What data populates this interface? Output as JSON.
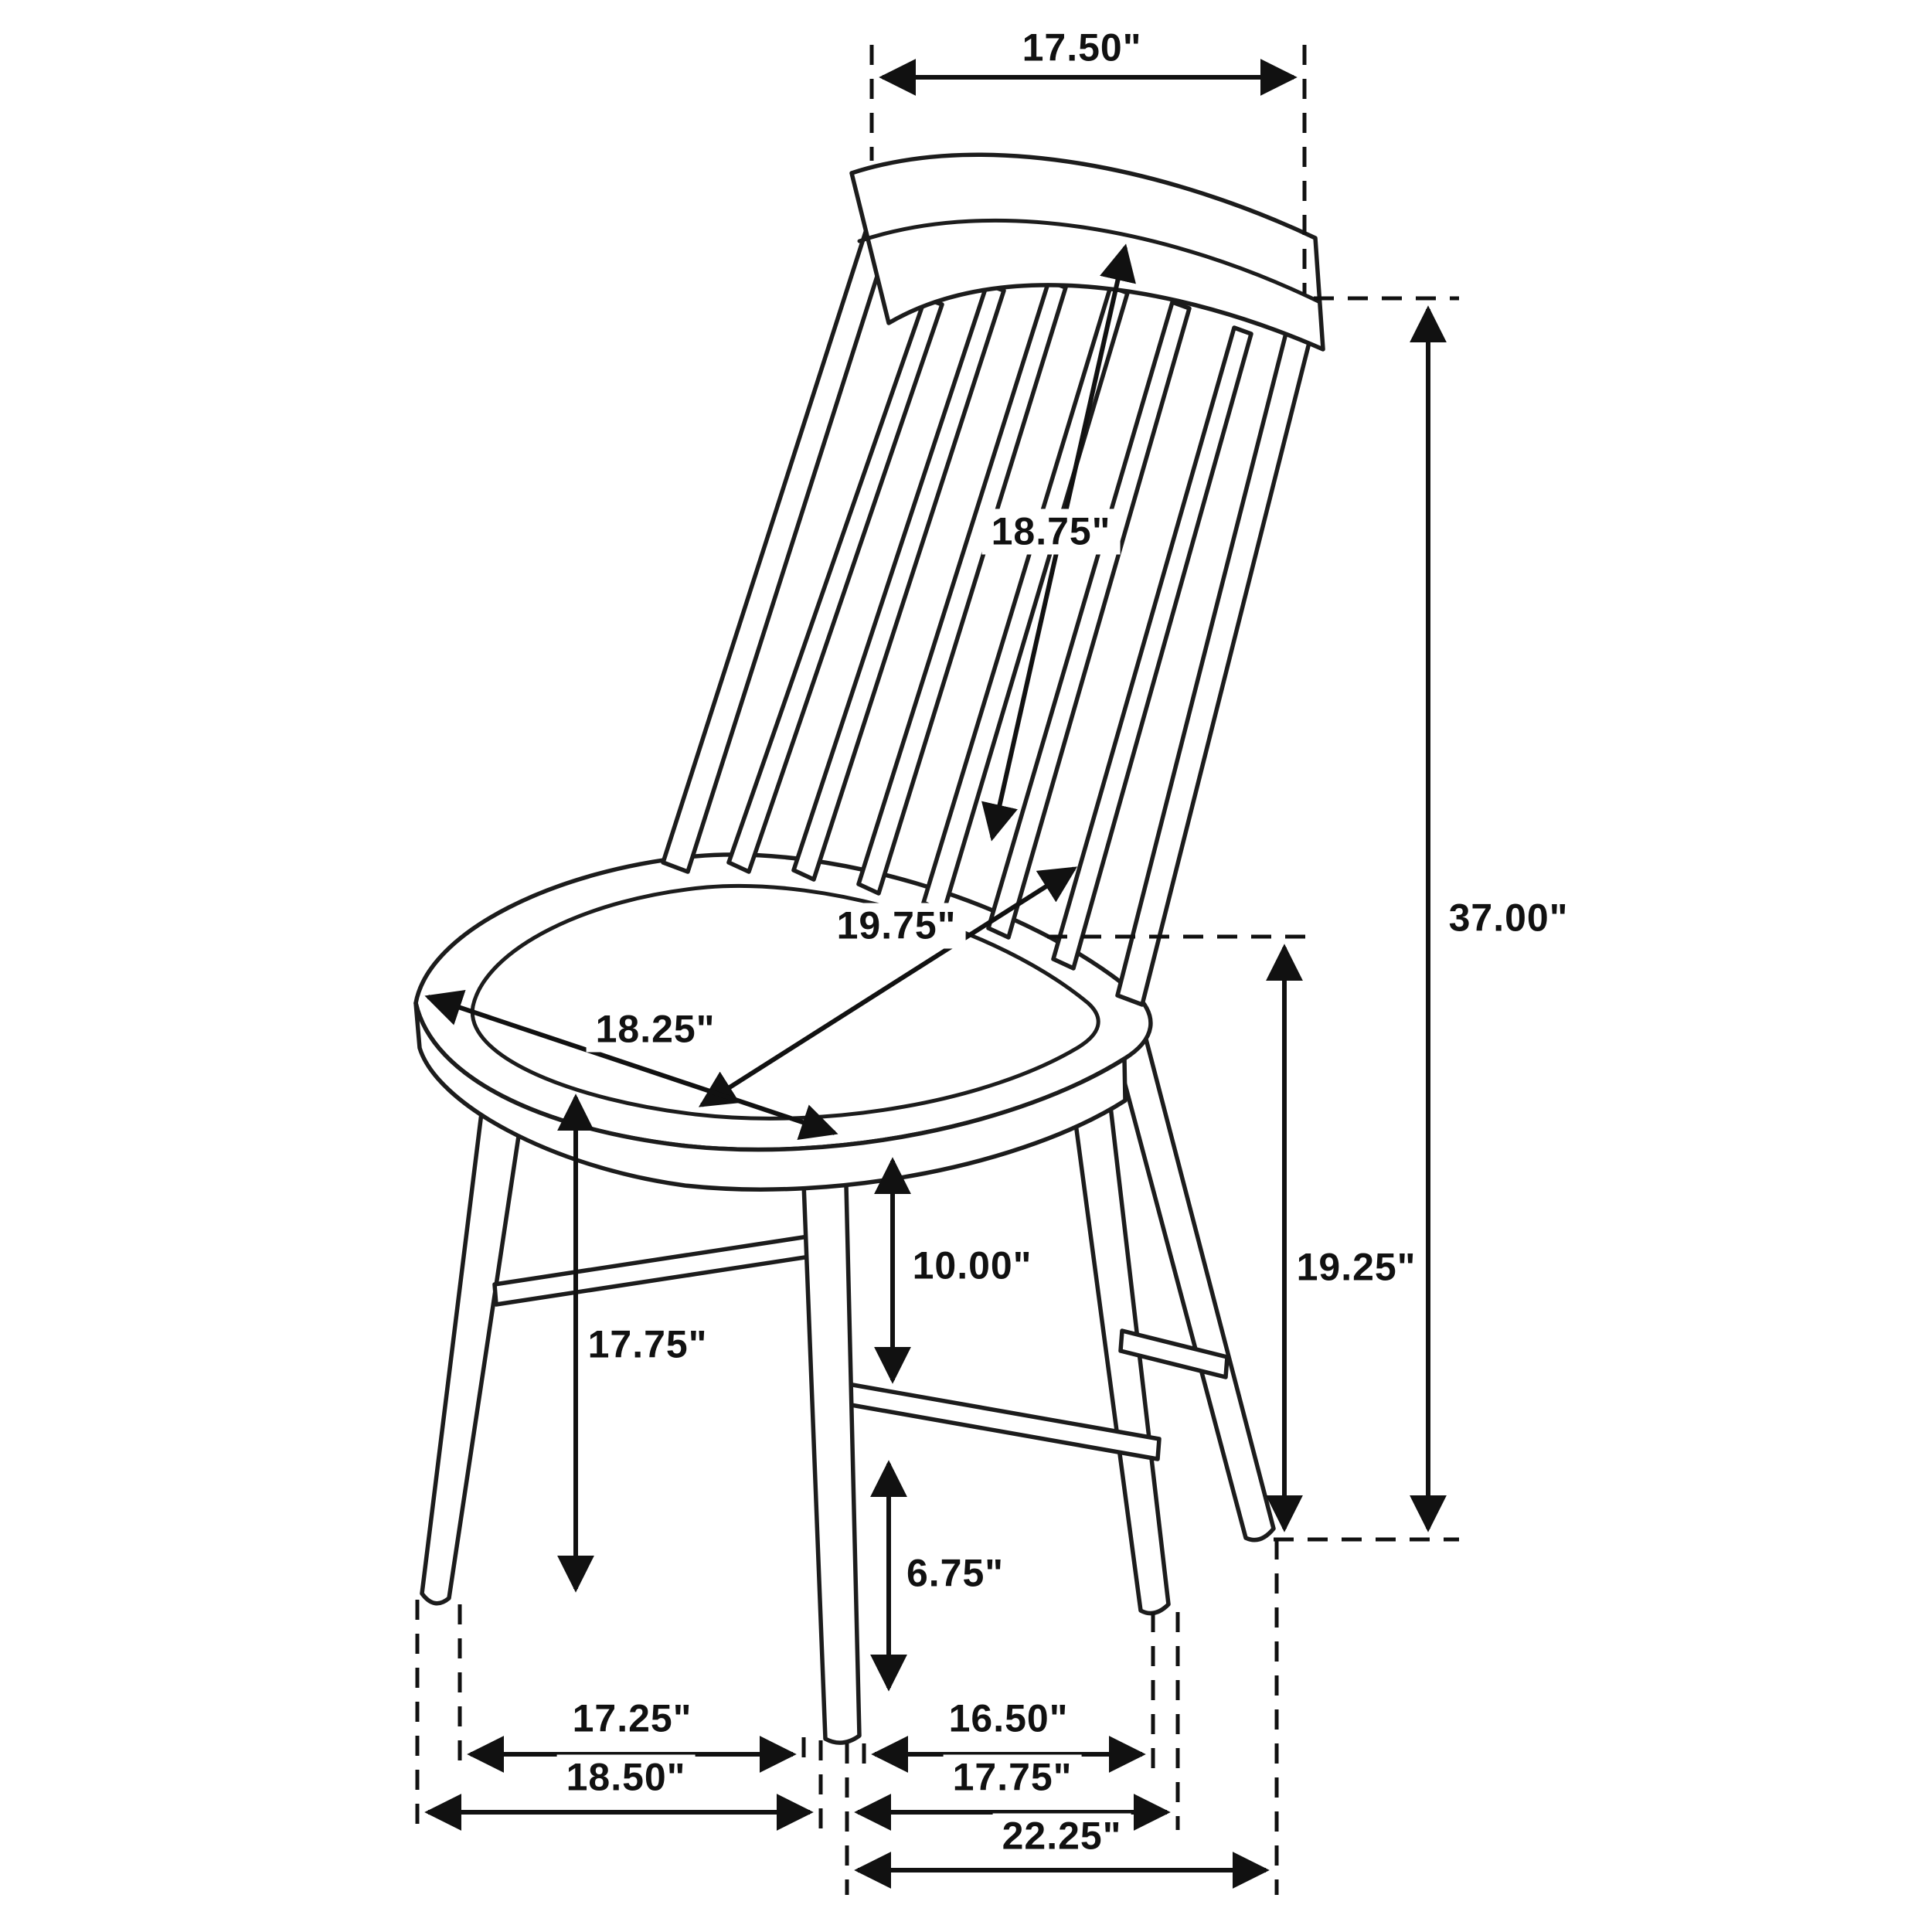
{
  "diagram": {
    "type": "product-dimension-diagram",
    "subject": "spindle-back dining side chair",
    "units": "inches",
    "line_color": "#1c1c1c",
    "background_color": "#ffffff",
    "dims": {
      "back_top_width": "17.50\"",
      "backrest_length": "18.75\"",
      "overall_height": "37.00\"",
      "seat_diagonal_depth": "19.75\"",
      "seat_width": "18.25\"",
      "floor_to_seat_left": "17.75\"",
      "seat_to_stretcher": "10.00\"",
      "floor_to_seat_back": "19.25\"",
      "stretcher_to_floor": "6.75\"",
      "left_leg_span_inner": "17.25\"",
      "front_leg_span_inner": "16.50\"",
      "left_leg_span_outer": "18.50\"",
      "front_leg_span_outer": "17.75\"",
      "overall_depth": "22.25\""
    }
  }
}
